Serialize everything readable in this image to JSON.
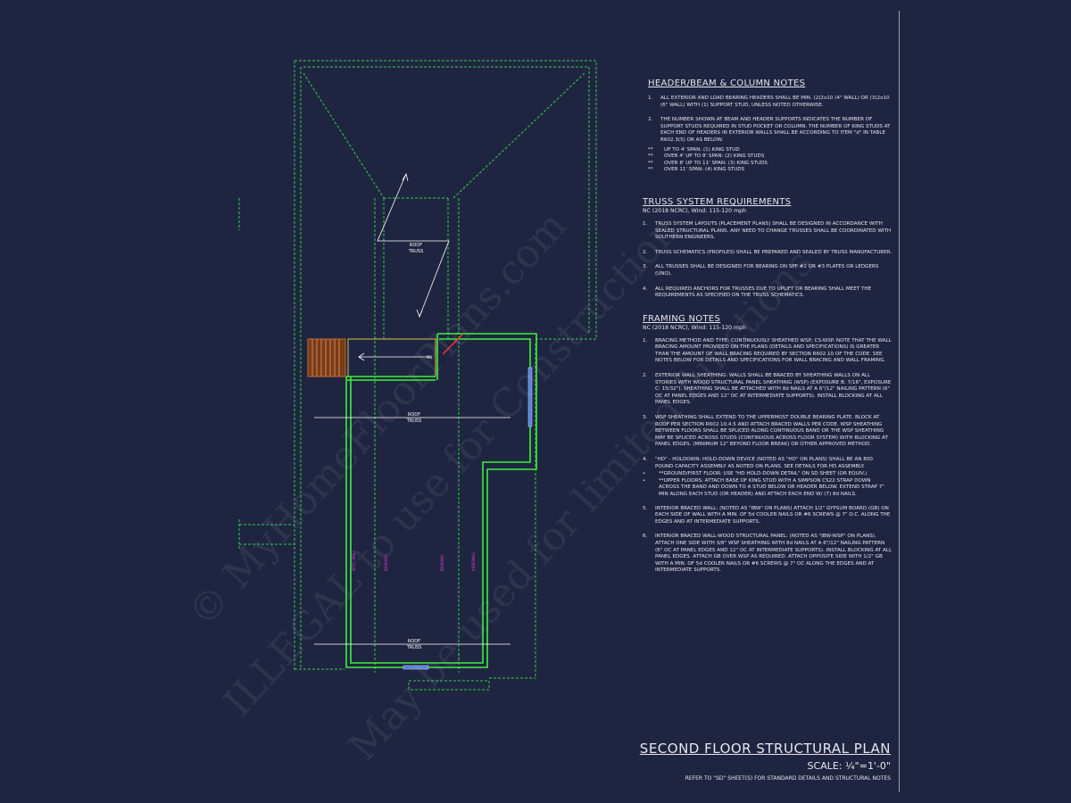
{
  "watermark": {
    "line1": "© MyHomeFloorPlans.com",
    "line2": "ILLEGAL to use for Construction",
    "line3": "May be used for limited functions"
  },
  "plan_labels": {
    "roof_truss_top": "ROOF\nTRUSS",
    "roof_truss_mid": "ROOF\nTRUSS",
    "roof_truss_bottom": "ROOF\nTRUSS",
    "stair_dn": "DN",
    "wall_1": "ATTIC WALL",
    "wall_2": "BEARING",
    "wall_3": "BEARING",
    "wall_4": "KNEEWALL"
  },
  "header_notes": {
    "title": "HEADER/BEAM & COLUMN NOTES",
    "items": [
      {
        "num": "1.",
        "text": "ALL EXTERIOR AND LOAD BEARING HEADERS SHALL BE MIN. (2)2x10 (4\" WALL) OR (3)2x10 (6\" WALL) WITH (1) SUPPORT STUD, UNLESS NOTED OTHERWISE."
      },
      {
        "num": "2.",
        "text": "THE NUMBER SHOWN AT BEAM AND HEADER SUPPORTS INDICATES THE NUMBER OF SUPPORT STUDS REQUIRED IN STUD POCKET OR COLUMN. THE NUMBER OF KING STUDS AT EACH END OF HEADERS IN EXTERIOR WALLS SHALL BE ACCORDING TO ITEM \"d\" IN TABLE R602.3(5) OR AS BELOW."
      }
    ],
    "bullets": [
      {
        "bullet": "**",
        "text": "UP TO 4' SPAN: (1) KING STUD"
      },
      {
        "bullet": "**",
        "text": "OVER 4' UP TO 8' SPAN: (2) KING STUDS"
      },
      {
        "bullet": "**",
        "text": "OVER 8' UP TO 11' SPAN: (3) KING STUDS"
      },
      {
        "bullet": "**",
        "text": "OVER 11' SPAN: (4) KING STUDS"
      }
    ]
  },
  "truss_notes": {
    "title": "TRUSS SYSTEM REQUIREMENTS",
    "subtitle": "NC (2018 NCRC), Wind: 115-120 mph",
    "items": [
      {
        "num": "1.",
        "text": "TRUSS SYSTEM LAYOUTS (PLACEMENT PLANS) SHALL BE DESIGNED IN ACCORDANCE WITH SEALED STRUCTURAL PLANS. ANY NEED TO CHANGE TRUSSES SHALL BE COORDINATED WITH SOUTHERN ENGINEERS."
      },
      {
        "num": "2.",
        "text": "TRUSS SCHEMATICS (PROFILES) SHALL BE PREPARED AND SEALED BY TRUSS MANUFACTURER."
      },
      {
        "num": "3.",
        "text": "ALL TRUSSES SHALL BE DESIGNED FOR BEARING ON SPF #2 OR #3 PLATES OR LEDGERS (UNO)."
      },
      {
        "num": "4.",
        "text": "ALL REQUIRED ANCHORS FOR TRUSSES DUE TO UPLIFT OR BEARING SHALL MEET THE REQUIREMENTS AS SPECIFIED ON THE TRUSS SCHEMATICS."
      }
    ]
  },
  "framing_notes": {
    "title": "FRAMING NOTES",
    "subtitle": "NC (2018 NCRC), Wind: 115-120 mph",
    "items": [
      {
        "num": "1.",
        "text": "BRACING METHOD AND TYPE: CONTINUOUSLY SHEATHED WSP; CS-WSP. NOTE THAT THE WALL BRACING AMOUNT PROVIDED ON THE PLANS (DETAILS AND SPECIFICATIONS) IS GREATER THAN THE AMOUNT OF WALL BRACING REQUIRED BY SECTION R602.10 OF THE CODE. SEE NOTES BELOW FOR DETAILS AND SPECIFICATIONS FOR WALL BRACING AND WALL FRAMING."
      },
      {
        "num": "2.",
        "text": "EXTERIOR WALL SHEATHING: WALLS SHALL BE BRACED BY SHEATHING WALLS ON ALL STORIES WITH WOOD STRUCTURAL PANEL SHEATHING (WSP) (EXPOSURE B: 7/16\", EXPOSURE C: 15/32\"). SHEATHING SHALL BE ATTACHED WITH 8d NAILS AT A 6\"/12\" NAILING PATTERN (6\" OC AT PANEL EDGES AND 12\" OC AT INTERMEDIATE SUPPORTS). INSTALL BLOCKING AT ALL PANEL EDGES."
      },
      {
        "num": "3.",
        "text": "WSP SHEATHING SHALL EXTEND TO THE UPPERMOST DOUBLE BEARING PLATE. BLOCK AT ROOF PER SECTION R602.10.4.5 AND ATTACH BRACED WALLS PER CODE. WSP SHEATHING BETWEEN FLOORS SHALL BE SPLICED ALONG CONTINUOUS BAND OR THE WSP SHEATHING MAY BE SPLICED ACROSS STUDS (CONTINUOUS ACROSS FLOOR SYSTEM) WITH BLOCKING AT PANEL EDGES. (MINIMUM 12\" BEYOND FLOOR BREAK) OR OTHER APPROVED METHOD."
      },
      {
        "num": "4.",
        "text": "\"HD\" - HOLDOWN: HOLD-DOWN DEVICE (NOTED AS \"HD\" ON PLANS) SHALL BE AN 800 POUND CAPACITY ASSEMBLY AS NOTED ON PLANS. SEE DETAILS FOR HD ASSEMBLY."
      }
    ],
    "sub_bullets": [
      {
        "bullet": "•",
        "text": "**GROUND/FIRST FLOOR: USE \"HD HOLD-DOWN DETAIL\" ON SD SHEET (OR EQUIV.)"
      },
      {
        "bullet": "•",
        "text": "**UPPER FLOORS: ATTACH BASE OF KING STUD WITH A SIMPSON CS22 STRAP DOWN ACROSS THE BAND AND DOWN TO A STUD BELOW OR HEADER BELOW. EXTEND STRAP 7\" MIN ALONG EACH STUD (OR HEADER) AND ATTACH EACH END W/ (7) 8d NAILS."
      }
    ],
    "items2": [
      {
        "num": "5.",
        "text": "INTERIOR BRACED WALL: (NOTED AS \"IBW\" ON PLANS) ATTACH 1/2\" GYPSUM BOARD (GB) ON EACH SIDE OF WALL WITH A MIN. OF 5d COOLER NAILS OR #6 SCREWS @ 7\" O.C. ALONG THE EDGES AND AT INTERMEDIATE SUPPORTS."
      },
      {
        "num": "6.",
        "text": "INTERIOR BRACED WALL-WOOD STRUCTURAL PANEL: (NOTED AS \"IBW-WSP\" ON PLANS). ATTACH ONE SIDE WITH 3/8\" WSP SHEATHING WITH 8d NAILS AT A 6\"/12\" NAILING PATTERN (6\" OC AT PANEL EDGES AND 12\" OC AT INTERMEDIATE SUPPORTS). INSTALL BLOCKING AT ALL PANEL EDGES. ATTACH GB OVER WSP AS REQUIRED. ATTACH OPPOSITE SIDE WITH 1/2\" GB WITH A MIN. OF 5d COOLER NAILS OR #6 SCREWS @ 7\" OC ALONG THE EDGES AND AT INTERMEDIATE SUPPORTS."
      }
    ]
  },
  "title_block": {
    "title": "SECOND FLOOR STRUCTURAL PLAN",
    "scale": "SCALE: ¼\"=1'-0\"",
    "reference": "REFER TO \"SD\" SHEET(S) FOR STANDARD DETAILS AND STRUCTURAL NOTES"
  }
}
